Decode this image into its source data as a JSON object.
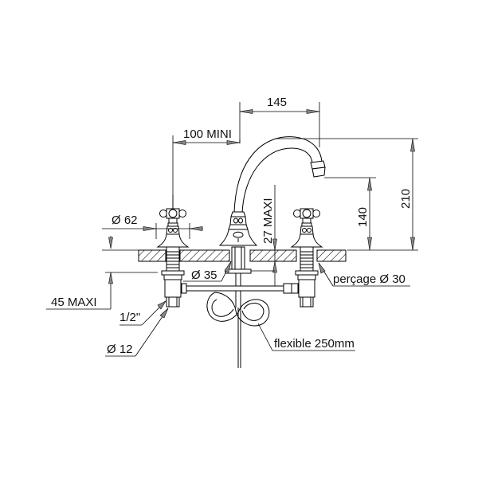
{
  "title": "Basin 3-hole mixer technical drawing",
  "dimensions": {
    "spout_reach": "145",
    "min_spacing": "100 MINI",
    "total_height": "210",
    "spout_height": "140",
    "handle_diameter": "Ø 62",
    "deck_thickness": "27 MAXI",
    "body_diameter": "Ø 35",
    "drilling": "perçage Ø 30",
    "under_deck": "45 MAXI",
    "thread": "1/2\"",
    "pipe_diameter": "Ø 12",
    "flexible": "flexible 250mm"
  },
  "colors": {
    "line": "#000000",
    "arrow_fill": "#888888",
    "background": "#ffffff"
  }
}
